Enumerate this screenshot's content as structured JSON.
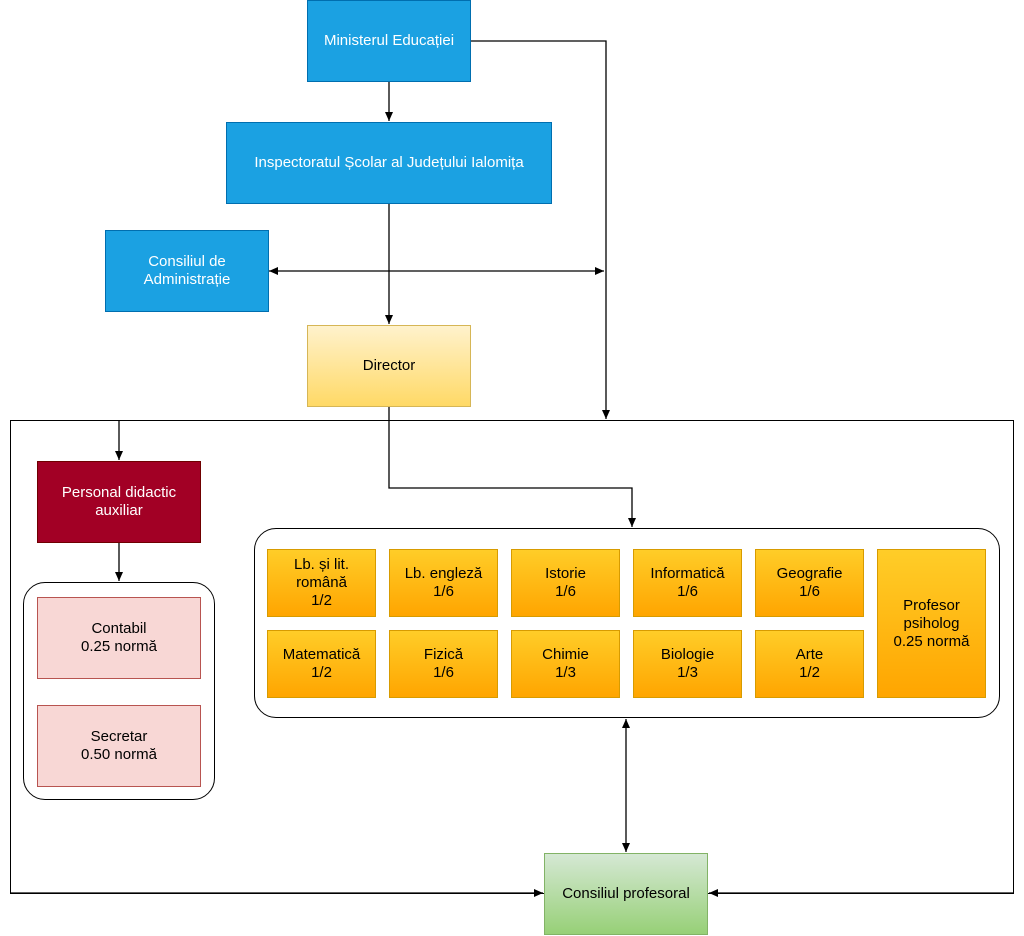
{
  "diagram": {
    "ministry": "Ministerul Educației",
    "inspectorate": "Inspectoratul Școlar al Județului Ialomița",
    "admin_council": "Consiliul de\nAdministrație",
    "director": "Director",
    "auxiliary_staff": "Personal didactic\nauxiliar",
    "auxiliary_members": [
      "Contabil\n0.25 normă",
      "Secretar\n0.50 normă"
    ],
    "subjects": [
      "Lb. și lit.\nromână\n1/2",
      "Lb. engleză\n1/6",
      "Istorie\n1/6",
      "Informatică\n1/6",
      "Geografie\n1/6",
      "Matematică\n1/2",
      "Fizică\n1/6",
      "Chimie\n1/3",
      "Biologie\n1/3",
      "Arte\n1/2"
    ],
    "psychologist": "Profesor\npsiholog\n0.25 normă",
    "teachers_council": "Consiliul profesoral"
  },
  "colors": {
    "blue": "#1ba1e2",
    "yellow": "#ffd966",
    "red": "#a20025",
    "pink": "#f8d7d5",
    "orange": "#ffb81c",
    "green": "#97d077"
  }
}
